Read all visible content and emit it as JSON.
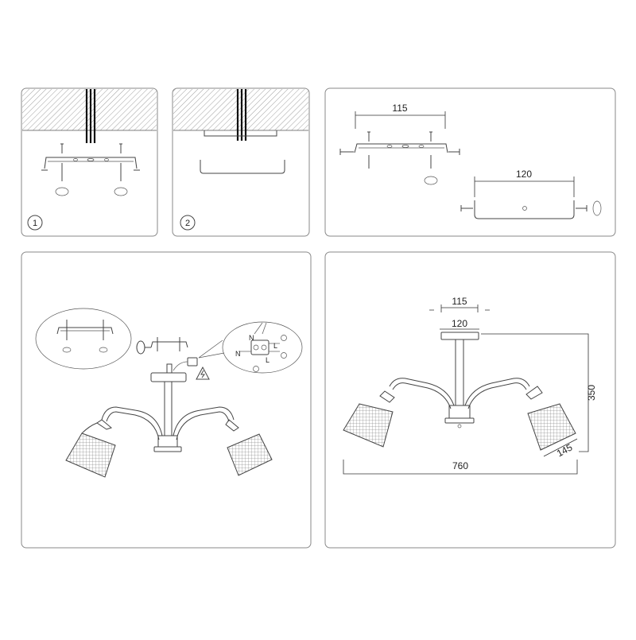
{
  "steps": {
    "step1": "1",
    "step2": "2"
  },
  "dimensions": {
    "bracket_width": "115",
    "canopy_width": "120",
    "overall_width": "760",
    "overall_height": "350",
    "shade_size": "145"
  },
  "wiring": {
    "neutral": "N",
    "live": "L"
  },
  "colors": {
    "line": "#444444",
    "panel_border": "#8a8a8a",
    "cable": "#111111"
  }
}
